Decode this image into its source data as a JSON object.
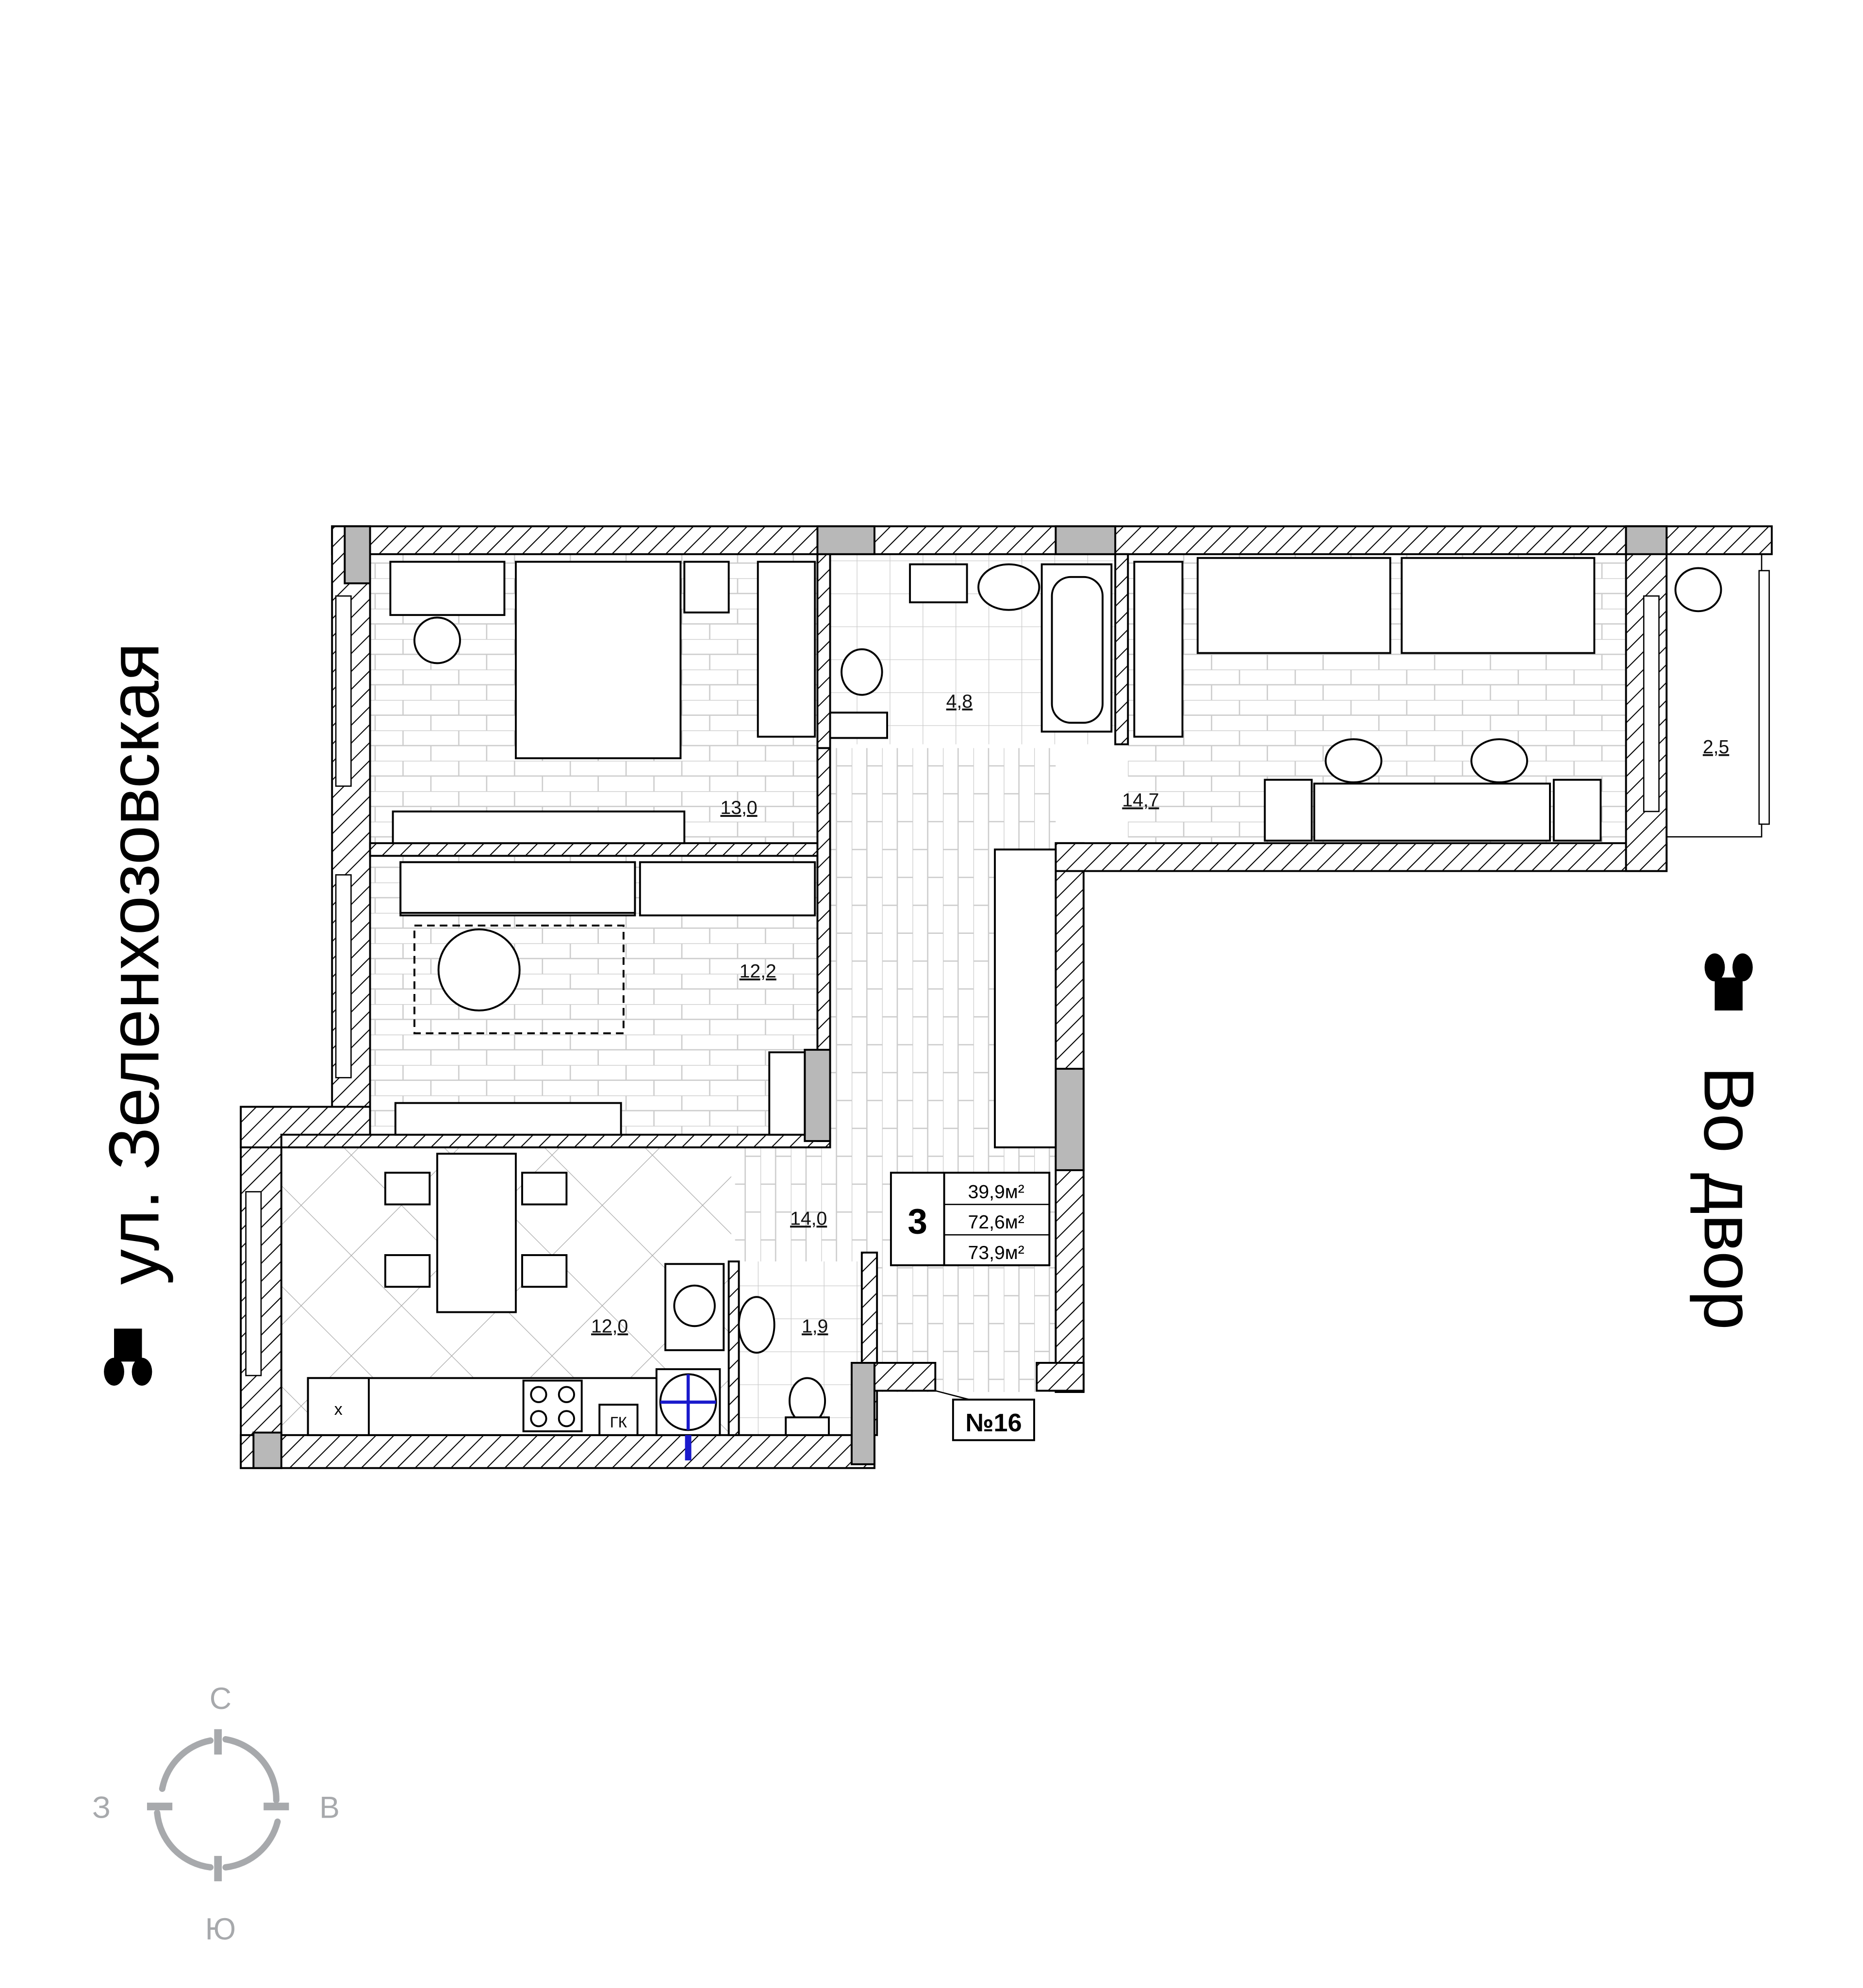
{
  "street_label": "ул. Зеленхозовская",
  "courtyard_label": "Во двор",
  "view_icons": [
    "binoculars-icon",
    "binoculars-icon"
  ],
  "rooms": [
    {
      "name": "bedroom-1",
      "area": "13,0"
    },
    {
      "name": "living-room",
      "area": "12,2"
    },
    {
      "name": "bathroom",
      "area": "4,8"
    },
    {
      "name": "bedroom-2",
      "area": "14,7"
    },
    {
      "name": "balcony",
      "area": "2,5"
    },
    {
      "name": "hallway",
      "area": "14,0"
    },
    {
      "name": "kitchen",
      "area": "12,0"
    },
    {
      "name": "wc",
      "area": "1,9"
    }
  ],
  "apartment": {
    "rooms_count": "3",
    "living_area": "39,9м²",
    "total_area": "72,6м²",
    "total_area_with_balcony": "73,9м²",
    "number": "№16"
  },
  "fixtures": {
    "fridge": "х",
    "boiler": "ГК"
  },
  "compass": {
    "north": "С",
    "west": "З",
    "east": "В",
    "south": "Ю"
  },
  "colors": {
    "wall": "#000000",
    "column": "#b8b8b8",
    "compass": "#a7a9ac",
    "pipe": "#1a1acc"
  }
}
